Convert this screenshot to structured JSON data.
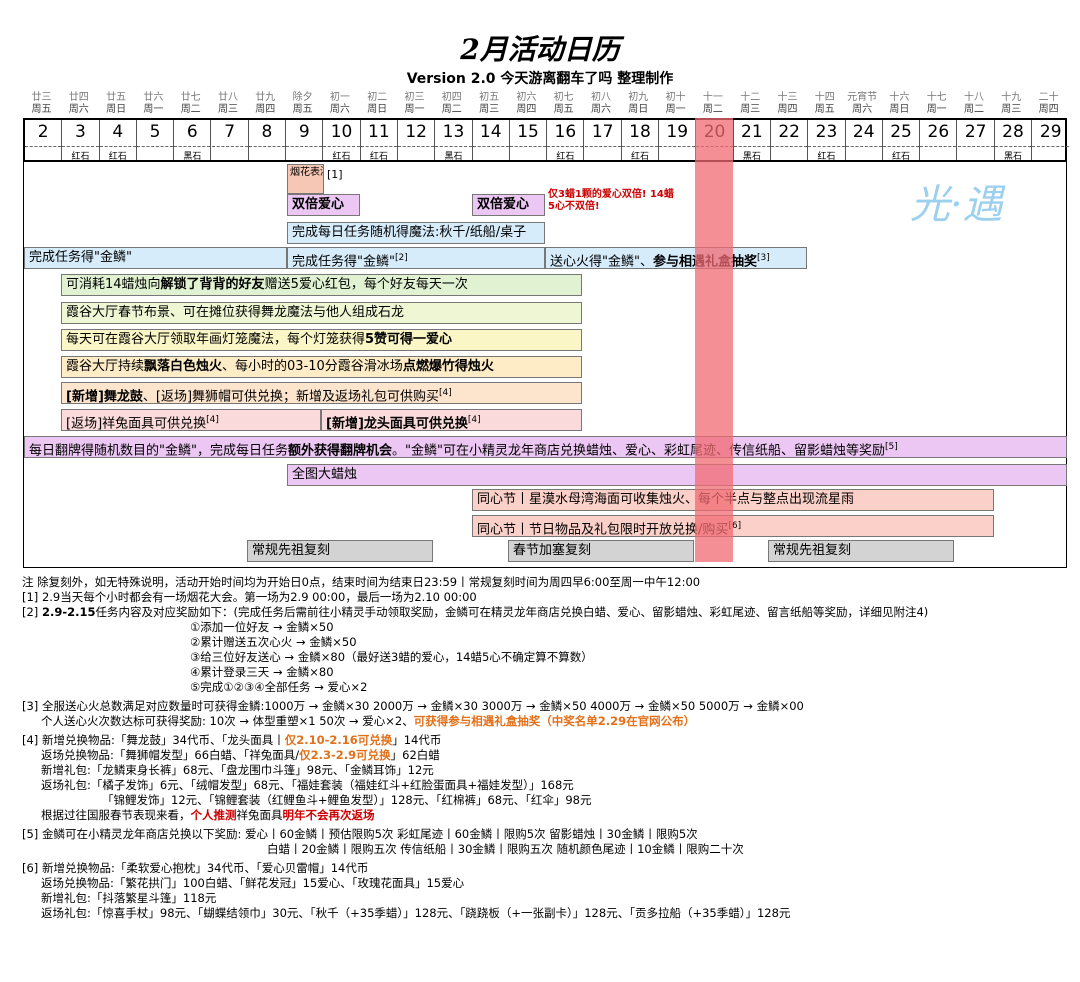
{
  "title": "2月活动日历",
  "subtitle": "Version 2.0   今天游离翻车了吗 整理制作",
  "days": [
    {
      "date": "2",
      "lunar": "廿三",
      "week": "周五",
      "stone": ""
    },
    {
      "date": "3",
      "lunar": "廿四",
      "week": "周六",
      "stone": "红石"
    },
    {
      "date": "4",
      "lunar": "廿五",
      "week": "周日",
      "stone": "红石"
    },
    {
      "date": "5",
      "lunar": "廿六",
      "week": "周一",
      "stone": ""
    },
    {
      "date": "6",
      "lunar": "廿七",
      "week": "周二",
      "stone": "黑石"
    },
    {
      "date": "7",
      "lunar": "廿八",
      "week": "周三",
      "stone": ""
    },
    {
      "date": "8",
      "lunar": "廿九",
      "week": "周四",
      "stone": ""
    },
    {
      "date": "9",
      "lunar": "除夕",
      "week": "周五",
      "stone": ""
    },
    {
      "date": "10",
      "lunar": "初一",
      "week": "周六",
      "stone": "红石"
    },
    {
      "date": "11",
      "lunar": "初二",
      "week": "周日",
      "stone": "红石"
    },
    {
      "date": "12",
      "lunar": "初三",
      "week": "周一",
      "stone": ""
    },
    {
      "date": "13",
      "lunar": "初四",
      "week": "周二",
      "stone": "黑石"
    },
    {
      "date": "14",
      "lunar": "初五",
      "week": "周三",
      "stone": ""
    },
    {
      "date": "15",
      "lunar": "初六",
      "week": "周四",
      "stone": ""
    },
    {
      "date": "16",
      "lunar": "初七",
      "week": "周五",
      "stone": "红石"
    },
    {
      "date": "17",
      "lunar": "初八",
      "week": "周六",
      "stone": ""
    },
    {
      "date": "18",
      "lunar": "初九",
      "week": "周日",
      "stone": "红石"
    },
    {
      "date": "19",
      "lunar": "初十",
      "week": "周一",
      "stone": ""
    },
    {
      "date": "20",
      "lunar": "十一",
      "week": "周二",
      "stone": ""
    },
    {
      "date": "21",
      "lunar": "十二",
      "week": "周三",
      "stone": "黑石"
    },
    {
      "date": "22",
      "lunar": "十三",
      "week": "周四",
      "stone": ""
    },
    {
      "date": "23",
      "lunar": "十四",
      "week": "周五",
      "stone": "红石"
    },
    {
      "date": "24",
      "lunar": "元宵节",
      "week": "周六",
      "stone": ""
    },
    {
      "date": "25",
      "lunar": "十六",
      "week": "周日",
      "stone": "红石"
    },
    {
      "date": "26",
      "lunar": "十七",
      "week": "周一",
      "stone": ""
    },
    {
      "date": "27",
      "lunar": "十八",
      "week": "周二",
      "stone": ""
    },
    {
      "date": "28",
      "lunar": "十九",
      "week": "周三",
      "stone": "黑石"
    },
    {
      "date": "29",
      "lunar": "二十",
      "week": "周四",
      "stone": ""
    }
  ],
  "logo": "光·遇",
  "bars": {
    "fireworks": "烟花表演",
    "fireworks_ref": "[1]",
    "double1": "双倍爱心",
    "double2": "双倍爱心",
    "double_note": "仅3蜡1颗的爱心双倍! 14蜡5心不双倍!",
    "daily_magic": "完成每日任务随机得魔法:秋千/纸船/桌子",
    "gold1": "完成任务得\"金鳞\"",
    "gold2": "完成任务得\"金鳞\"",
    "gold2_ref": "[2]",
    "gold3_a": "送心火得\"金鳞\"、",
    "gold3_b": "参与相遇礼盒抽奖",
    "gold3_ref": "[3]",
    "r1_a": "可消耗14蜡烛向",
    "r1_b": "解锁了背背的好友",
    "r1_c": "赠送5爱心红包，每个好友每天一次",
    "r2": "霞谷大厅春节布景、可在摊位获得舞龙魔法与他人组成石龙",
    "r3_a": "每天可在霞谷大厅领取年画灯笼魔法，每个灯笼获得",
    "r3_b": "5赞可得一爱心",
    "r4_a": "霞谷大厅持续",
    "r4_b": "飘落白色烛火",
    "r4_c": "、每小时的03-10分霞谷滑冰场",
    "r4_d": "点燃爆竹得烛火",
    "r5_a": "[新增]舞龙鼓",
    "r5_b": "、[返场]舞狮帽可供兑换；新增及返场礼包可供购买",
    "r5_ref": "[4]",
    "r6": "[返场]祥兔面具可供兑换",
    "r6_ref": "[4]",
    "r7": "[新增]龙头面具可供兑换",
    "r7_ref": "[4]",
    "flip_a": "每日翻牌得随机数目的\"金鳞\"，完成每日任务",
    "flip_b": "额外获得翻牌机会",
    "flip_c": "。\"金鳞\"可在小精灵龙年商店兑换蜡烛、爱心、彩虹尾迹、传信纸船、留影蜡烛等奖励",
    "flip_ref": "[5]",
    "candle": "全图大蜡烛",
    "tong1": "同心节丨星漠水母湾海面可收集烛火、每个半点与整点出现流星雨",
    "tong2": "同心节丨节日物品及礼包限时开放兑换/购买",
    "tong2_ref": "[6]",
    "anc1": "常规先祖复刻",
    "anc2": "春节加塞复刻",
    "anc3": "常规先祖复刻"
  },
  "notes": {
    "n0": "注 除复刻外，如无特殊说明，活动开始时间均为开始日0点，结束时间为结束日23:59丨常规复刻时间为周四早6:00至周一中午12:00",
    "n1": "[1] 2.9当天每个小时都会有一场烟花大会。第一场为2.9 00:00，最后一场为2.10 00:00",
    "n2_a": "[2] ",
    "n2_b": "2.9-2.15",
    "n2_c": "任务内容及对应奖励如下：(完成任务后需前往小精灵手动领取奖励，金鳞可在精灵龙年商店兑换白蜡、爱心、留影蜡烛、彩虹尾迹、留言纸船等奖励，详细见附注4)",
    "n2_1": "①添加一位好友 → 金鳞×50",
    "n2_2": "②累计赠送五次心火 → 金鳞×50",
    "n2_3": "③给三位好友送心 → 金鳞×80（最好送3蜡的爱心，14蜡5心不确定算不算数）",
    "n2_4": "④累计登录三天  → 金鳞×80",
    "n2_5": "⑤完成①②③④全部任务 → 爱心×2",
    "n3_a": "[3] 全服送心火总数满足对应数量时可获得金鳞:1000万 → 金鳞×30   2000万 → 金鳞×30   3000万 → 金鳞×50   4000万 → 金鳞×50   5000万 → 金鳞×00",
    "n3_b1": "个人送心火次数达标可获得奖励:  10次  → 体型重塑×1      50次 → 爱心×2、",
    "n3_b2": "可获得参与相遇礼盒抽奖（中奖名单2.29在官网公布）",
    "n4_a1": "[4] 新增兑换物品:「舞龙鼓」34代币、「龙头面具丨",
    "n4_a2": "仅2.10-2.16可兑换",
    "n4_a3": "」14代币",
    "n4_b1": "返场兑换物品:「舞狮帽发型」66白蜡、「祥兔面具/",
    "n4_b2": "仅2.3-2.9可兑换",
    "n4_b3": "」62白蜡",
    "n4_c": "新增礼包:「龙鳞束身长裤」68元、「盘龙围巾斗篷」98元、「金鳞耳饰」12元",
    "n4_d": "返场礼包:「橘子发饰」6元、「绒帽发型」68元、「福娃套装（福娃红斗+红脸蛋面具+福娃发型）」168元",
    "n4_e": "「锦鲤发饰」12元、「锦鲤套装（红鲤鱼斗+鲤鱼发型）」128元、「红棉裤」68元、「红伞」98元",
    "n4_f1": "根据过往国服春节表现来看，",
    "n4_f2": "个人推测",
    "n4_f3": "祥兔面具",
    "n4_f4": "明年不会再次返场",
    "n5_a": "[5] 金鳞可在小精灵龙年商店兑换以下奖励: 爱心丨60金鳞丨预估限购5次         彩虹尾迹丨60金鳞丨限购5次       留影蜡烛丨30金鳞丨限购5次",
    "n5_b": "白蜡丨20金鳞丨限购五次          传信纸船丨30金鳞丨限购五次       随机颜色尾迹丨10金鳞丨限购二十次",
    "n6_a": "[6] 新增兑换物品:「柔软爱心抱枕」34代币、「爱心贝雷帽」14代币",
    "n6_b": "返场兑换物品:「繁花拱门」100白蜡、「鲜花发冠」15爱心、「玫瑰花面具」15爱心",
    "n6_c": "新增礼包:「抖落繁星斗篷」118元",
    "n6_d": "返场礼包:「惊喜手杖」98元、「蝴蝶结领巾」30元、「秋千（+35季蜡）」128元、「跷跷板（+一张副卡）」128元、「贡多拉船（+35季蜡）」128元"
  },
  "colors": {
    "blue": "#d6ecfb",
    "purple": "#ecc7f3",
    "green": "#e1f2d2",
    "yellow": "#fbf6c6",
    "peach": "#fde4cc",
    "pink": "#fadada",
    "salmon": "#fbd0c8",
    "gray": "#d3d3d3",
    "highlight": "#f06a72"
  }
}
